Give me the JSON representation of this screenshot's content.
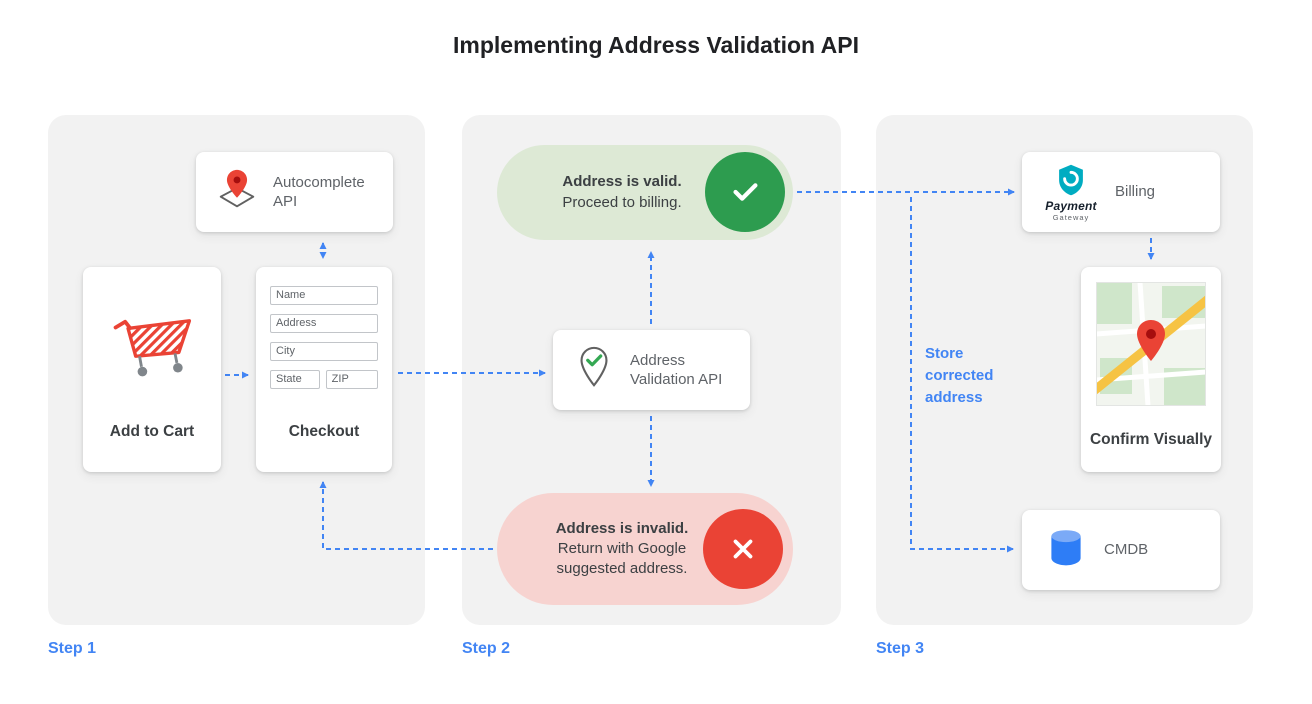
{
  "title": "Implementing Address Validation API",
  "colors": {
    "accent_blue": "#4285F4",
    "success_green": "#2d9c4f",
    "error_red": "#ea4335",
    "valid_pill_bg": "#dde9d5",
    "invalid_pill_bg": "#f7d3d0",
    "panel_bg": "#f2f2f2"
  },
  "icons": {
    "autocomplete": "map-pin-icon",
    "cart": "shopping-cart-icon",
    "validation": "pin-check-icon",
    "valid_badge": "check-icon",
    "invalid_badge": "x-icon",
    "payment": "payment-gateway-logo",
    "confirm": "map-thumbnail",
    "cmdb": "database-icon"
  },
  "step1": {
    "label": "Step 1",
    "autocomplete_api": "Autocomplete API",
    "add_to_cart": "Add to Cart",
    "checkout": "Checkout",
    "form": {
      "name": "Name",
      "address": "Address",
      "city": "City",
      "state": "State",
      "zip": "ZIP"
    }
  },
  "step2": {
    "label": "Step 2",
    "valid_title": "Address is valid.",
    "valid_subtitle": "Proceed to billing.",
    "api_label": "Address Validation API",
    "invalid_title": "Address is invalid.",
    "invalid_subtitle": "Return with Google suggested address."
  },
  "step3": {
    "label": "Step 3",
    "billing": "Billing",
    "payment_logo": {
      "line1": "Payment",
      "line2": "Gateway"
    },
    "confirm_visually": "Confirm Visually",
    "cmdb": "CMDB",
    "note": "Store corrected address"
  }
}
